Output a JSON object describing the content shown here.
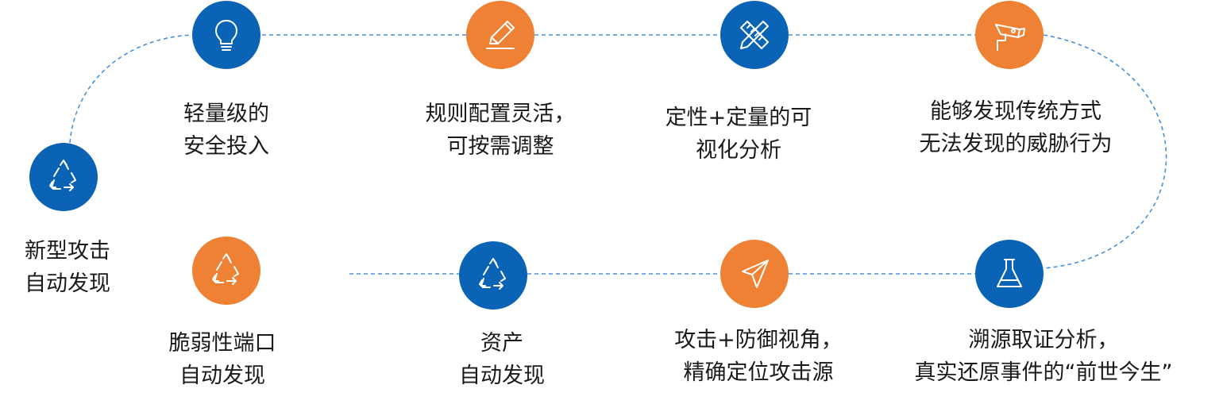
{
  "colors": {
    "blue": "#0b63b6",
    "orange": "#ee8133",
    "connector": "#4a90d9"
  },
  "nodes": [
    {
      "id": "new-attack",
      "icon": "recycle-icon",
      "color": "blue",
      "lines": [
        "新型攻击",
        "自动发现"
      ]
    },
    {
      "id": "lightweight",
      "icon": "lightbulb-icon",
      "color": "blue",
      "lines": [
        "轻量级的",
        "安全投入"
      ]
    },
    {
      "id": "rules",
      "icon": "pencil-icon",
      "color": "orange",
      "lines": [
        "规则配置灵活，",
        "可按需调整"
      ]
    },
    {
      "id": "visual",
      "icon": "ruler-pencil-icon",
      "color": "blue",
      "lines": [
        "定性+定量的可",
        "视化分析"
      ]
    },
    {
      "id": "threat",
      "icon": "security-camera-icon",
      "color": "orange",
      "lines": [
        "能够发现传统方式",
        "无法发现的威胁行为"
      ]
    },
    {
      "id": "trace",
      "icon": "flask-icon",
      "color": "blue",
      "lines": [
        "溯源取证分析，",
        "真实还原事件的“前世今生”"
      ]
    },
    {
      "id": "attack-defense",
      "icon": "paper-plane-icon",
      "color": "orange",
      "lines": [
        "攻击+防御视角，",
        "精确定位攻击源"
      ]
    },
    {
      "id": "assets",
      "icon": "recycle-icon",
      "color": "blue",
      "lines": [
        "资产",
        "自动发现"
      ]
    },
    {
      "id": "weak-ports",
      "icon": "recycle-icon",
      "color": "orange",
      "lines": [
        "脆弱性端口",
        "自动发现"
      ]
    }
  ]
}
